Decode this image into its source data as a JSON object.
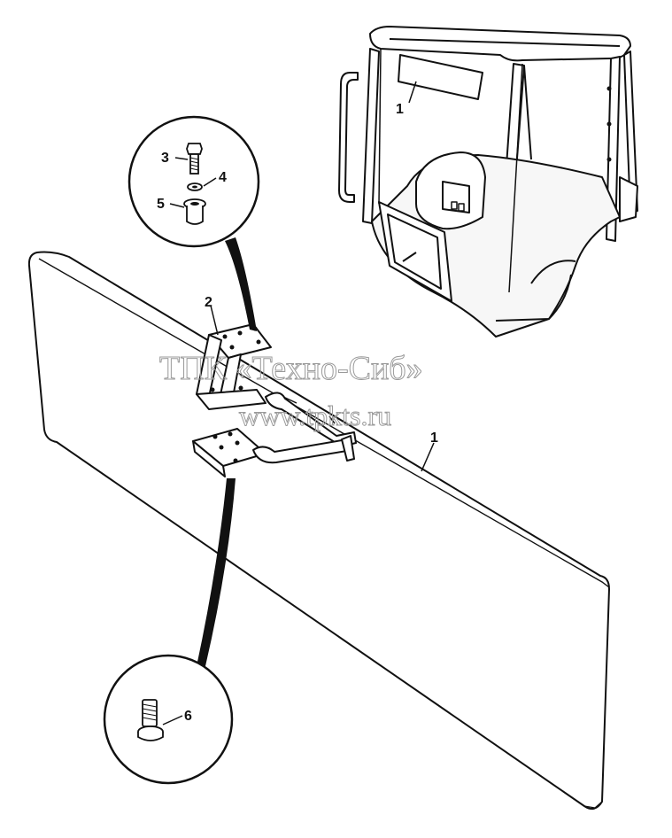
{
  "diagram": {
    "callouts": {
      "sunvisor_on_cab": "1",
      "sunvisor_main": "1",
      "bracket": "2",
      "bolt": "3",
      "washer": "4",
      "spacer": "5",
      "screw": "6"
    },
    "watermark": {
      "line1": "ТПК «Техно-Сиб»",
      "line2": "www.tpkts.ru"
    }
  }
}
